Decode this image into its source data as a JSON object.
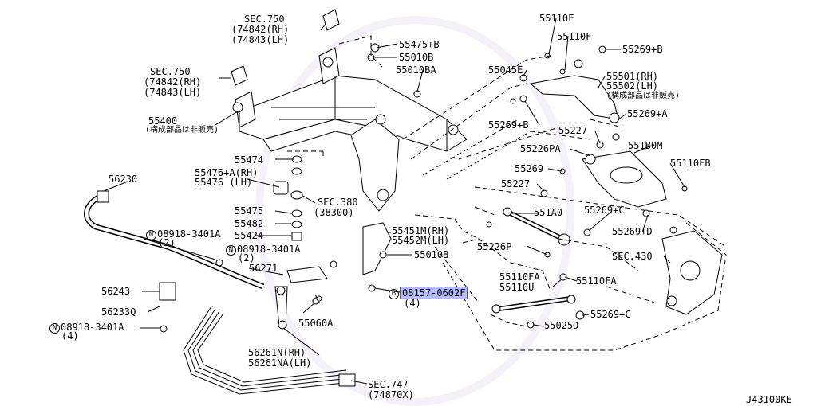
{
  "diagram_code": "J43100KE",
  "colors": {
    "line": "#000000",
    "part_fill": "#ffffff",
    "highlight_fill": "#b7bdf6",
    "highlight_border": "#4b52c8",
    "watermark": "#ece8f4"
  },
  "labels": {
    "sec750_top": "SEC.750",
    "p74842_top": "(74842(RH)",
    "p74843_top": "(74843(LH)",
    "sec750_left": "SEC.750",
    "p74842_left": "(74842(RH)",
    "p74843_left": "(74843(LH)",
    "p55400": "55400",
    "p55400_note": "(構成部品は非販売)",
    "p55475b": "55475+B",
    "p55010b_top": "55010B",
    "p55010ba": "55010BA",
    "p55474": "55474",
    "p55476a": "55476+A(RH)",
    "p55476": "55476 (LH)",
    "sec380": "SEC.380",
    "sec380_num": "(38300)",
    "p55475": "55475",
    "p55482": "55482",
    "p55424": "55424",
    "n08918_1": "08918-3401A",
    "n08918_1_qty": "(2)",
    "n08918_2": "08918-3401A",
    "n08918_2_qty": "(2)",
    "n08918_3": "08918-3401A",
    "n08918_3_qty": "(4)",
    "p56230": "56230",
    "p56271": "56271",
    "p56243": "56243",
    "p56233q": "56233Q",
    "p55060a": "55060A",
    "p56261n": "56261N(RH)",
    "p56261na": "56261NA(LH)",
    "sec747": "SEC.747",
    "p74870x": "(74870X)",
    "p55451m": "55451M(RH)",
    "p55452m": "55452M(LH)",
    "p55010b_mid": "55010B",
    "b08157": "08157-0602F",
    "b08157_qty": "(4)",
    "p55110f_1": "55110F",
    "p55110f_2": "55110F",
    "p55269b_top": "55269+B",
    "p55045e": "55045E",
    "p55501": "55501(RH)",
    "p55502": "55502(LH)",
    "p55502_note": "(構成部品は非販売)",
    "p55269b_mid": "55269+B",
    "p55227_1": "55227",
    "p55269a": "55269+A",
    "p55226pa": "55226PA",
    "p551b0m": "551B0M",
    "p55269": "55269",
    "p55110fb": "55110FB",
    "p55227_2": "55227",
    "p551a0": "551A0",
    "p55269c_1": "55269+C",
    "p55226p": "55226P",
    "p55269d": "55269+D",
    "sec430": "SEC.430",
    "p55110u": "55110U",
    "p55110fa_1": "55110FA",
    "p55110fa_2": "55110FA",
    "p55025d": "55025D",
    "p55269c_2": "55269+C",
    "badge_n": "N",
    "badge_b": "B"
  }
}
